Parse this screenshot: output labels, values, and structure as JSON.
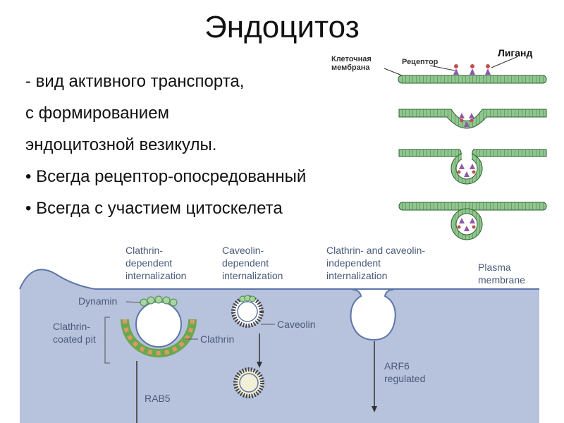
{
  "slide": {
    "title": "Эндоцитоз",
    "lines": [
      "- вид активного транспорта,",
      "с формированием",
      "эндоцитозной везикулы.",
      "• Всегда рецептор-опосредованный",
      "• Всегда с участием цитоскелета"
    ]
  },
  "top_diagram": {
    "label_membrane_1": "Клеточная",
    "label_membrane_2": "мембрана",
    "label_receptor": "Рецептор",
    "label_ligand": "Лиганд"
  },
  "bottom_diagram": {
    "clathrin_dependent": [
      "Clathrin-",
      "dependent",
      "internalization"
    ],
    "caveolin_dependent": [
      "Caveolin-",
      "dependent",
      "internalization"
    ],
    "independent": [
      "Clathrin- and caveolin-",
      "independent",
      "internalization"
    ],
    "plasma_membrane": [
      "Plasma",
      "membrane"
    ],
    "dynamin": "Dynamin",
    "clathrin_coated_pit": [
      "Clathrin-",
      "coated pit"
    ],
    "clathrin": "Clathrin",
    "caveolin": "Caveolin",
    "rab5": "RAB5",
    "arf6": [
      "ARF6",
      "regulated"
    ]
  },
  "colors": {
    "membrane_green": "#7db87d",
    "cell_blue": "#b7c2dc",
    "membrane_blue": "#5d76a8",
    "ligand_purple": "#8e5aa8",
    "receptor_red": "#c0504d",
    "clathrin_green": "#6aa84f",
    "clathrin_orange": "#d89a66"
  }
}
